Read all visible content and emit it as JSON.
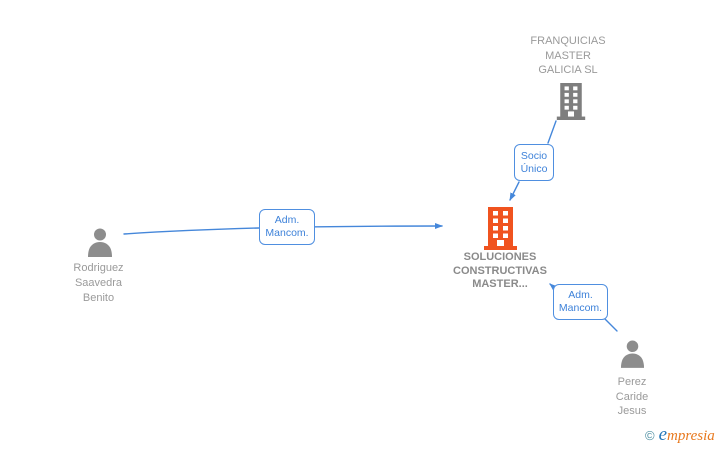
{
  "page": {
    "background": "#ffffff"
  },
  "graph": {
    "edge_color": "#4587da",
    "nodes": [
      {
        "id": "franquicias",
        "type": "company",
        "label": "FRANQUICIAS MASTER GALICIA SL",
        "icon": "building-icon",
        "color": "#7e7e7e"
      },
      {
        "id": "soluciones",
        "type": "company",
        "label": "SOLUCIONES CONSTRUCTIVAS MASTER...",
        "icon": "building-icon",
        "color": "#f0531f"
      },
      {
        "id": "rodriguez",
        "type": "person",
        "label": "Rodriguez Saavedra Benito",
        "icon": "person-icon",
        "color": "#8d8d8d"
      },
      {
        "id": "perez",
        "type": "person",
        "label": "Perez Caride Jesus",
        "icon": "person-icon",
        "color": "#8d8d8d"
      }
    ],
    "edges": [
      {
        "from": "franquicias",
        "to": "soluciones",
        "label": "Socio Único"
      },
      {
        "from": "rodriguez",
        "to": "soluciones",
        "label": "Adm. Mancom."
      },
      {
        "from": "perez",
        "to": "soluciones",
        "label": "Adm. Mancom."
      }
    ]
  },
  "footer": {
    "copyright_symbol": "©",
    "brand_initial": "e",
    "brand_rest": "mpresia"
  }
}
